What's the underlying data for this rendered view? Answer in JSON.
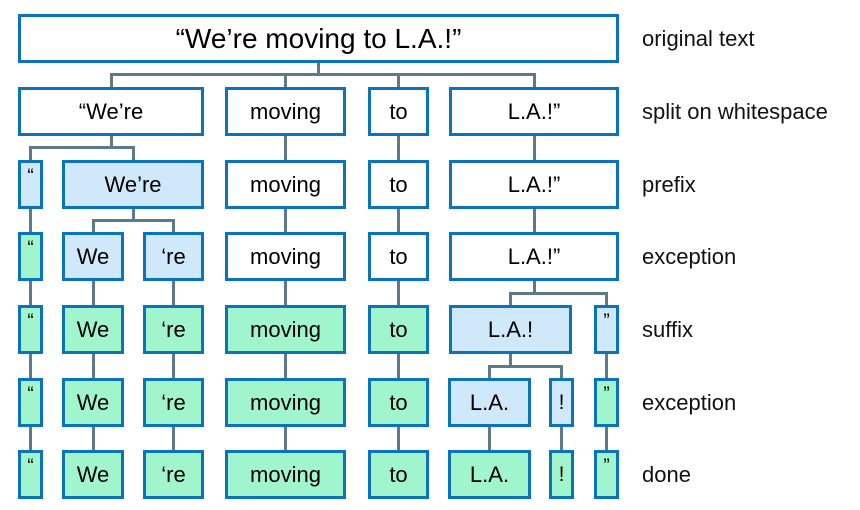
{
  "palette": {
    "box_border": "#0b72bc",
    "fill_white": "#ffffff",
    "fill_blue": "#cfe9fb",
    "fill_green": "#a0f5cd",
    "connector": "#5c7a8a",
    "text": "#000000"
  },
  "rows": [
    {
      "label": "original text",
      "boxes": [
        {
          "text": "“We’re moving to L.A.!”",
          "fill": "white"
        }
      ]
    },
    {
      "label": "split on whitespace",
      "boxes": [
        {
          "text": "“We’re",
          "fill": "white"
        },
        {
          "text": "moving",
          "fill": "white"
        },
        {
          "text": "to",
          "fill": "white"
        },
        {
          "text": "L.A.!”",
          "fill": "white"
        }
      ]
    },
    {
      "label": "prefix",
      "boxes": [
        {
          "text": "“",
          "fill": "blue"
        },
        {
          "text": "We’re",
          "fill": "blue"
        },
        {
          "text": "moving",
          "fill": "white"
        },
        {
          "text": "to",
          "fill": "white"
        },
        {
          "text": "L.A.!”",
          "fill": "white"
        }
      ]
    },
    {
      "label": "exception",
      "boxes": [
        {
          "text": "“",
          "fill": "green"
        },
        {
          "text": "We",
          "fill": "blue"
        },
        {
          "text": "‘re",
          "fill": "blue"
        },
        {
          "text": "moving",
          "fill": "white"
        },
        {
          "text": "to",
          "fill": "white"
        },
        {
          "text": "L.A.!”",
          "fill": "white"
        }
      ]
    },
    {
      "label": "suffix",
      "boxes": [
        {
          "text": "“",
          "fill": "green"
        },
        {
          "text": "We",
          "fill": "green"
        },
        {
          "text": "‘re",
          "fill": "green"
        },
        {
          "text": "moving",
          "fill": "green"
        },
        {
          "text": "to",
          "fill": "green"
        },
        {
          "text": "L.A.!",
          "fill": "blue"
        },
        {
          "text": "”",
          "fill": "blue"
        }
      ]
    },
    {
      "label": "exception",
      "boxes": [
        {
          "text": "“",
          "fill": "green"
        },
        {
          "text": "We",
          "fill": "green"
        },
        {
          "text": "‘re",
          "fill": "green"
        },
        {
          "text": "moving",
          "fill": "green"
        },
        {
          "text": "to",
          "fill": "green"
        },
        {
          "text": "L.A.",
          "fill": "blue"
        },
        {
          "text": "!",
          "fill": "blue"
        },
        {
          "text": "”",
          "fill": "green"
        }
      ]
    },
    {
      "label": "done",
      "boxes": [
        {
          "text": "“",
          "fill": "green"
        },
        {
          "text": "We",
          "fill": "green"
        },
        {
          "text": "‘re",
          "fill": "green"
        },
        {
          "text": "moving",
          "fill": "green"
        },
        {
          "text": "to",
          "fill": "green"
        },
        {
          "text": "L.A.",
          "fill": "green"
        },
        {
          "text": "!",
          "fill": "green"
        },
        {
          "text": "”",
          "fill": "green"
        }
      ]
    }
  ]
}
